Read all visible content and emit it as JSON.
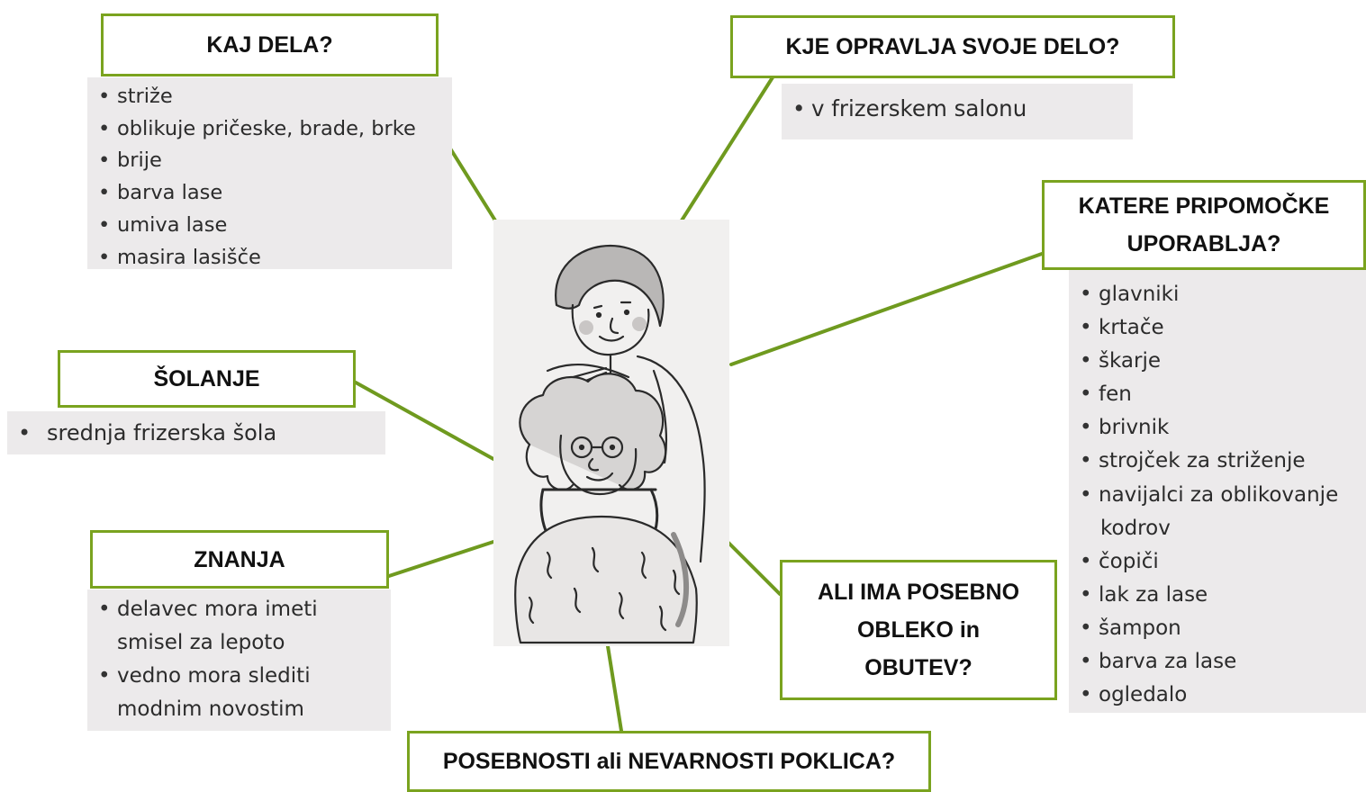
{
  "colors": {
    "accent": "#7aa31f",
    "panel_bg": "#eceaeb",
    "text": "#2b2b2b"
  },
  "center_image": {
    "icon": "hairdresser-illustration"
  },
  "sections": {
    "kaj_dela": {
      "title": "KAJ DELA?",
      "items": [
        "striže",
        "oblikuje pričeske, brade, brke",
        "brije",
        "barva lase",
        "umiva lase",
        "masira lasišče"
      ]
    },
    "kje": {
      "title": "KJE OPRAVLJA SVOJE DELO?",
      "items": [
        "v frizerskem salonu"
      ]
    },
    "pripomocki": {
      "title_line1": "KATERE PRIPOMOČKE",
      "title_line2": "UPORABLJA?",
      "items": [
        "glavniki",
        "krtače",
        "škarje",
        "fen",
        "brivnik",
        "strojček za striženje",
        "navijalci za oblikovanje",
        "kodrov",
        "čopiči",
        "lak za lase",
        "šampon",
        "barva za lase",
        "ogledalo"
      ]
    },
    "solanje": {
      "title": "ŠOLANJE",
      "items": [
        "srednja frizerska šola"
      ]
    },
    "znanja": {
      "title": "ZNANJA",
      "items": [
        "delavec mora imeti",
        "smisel za lepoto",
        "vedno mora slediti",
        "modnim novostim"
      ]
    },
    "obleka": {
      "title_line1": "ALI IMA POSEBNO",
      "title_line2": "OBLEKO in",
      "title_line3": "OBUTEV?"
    },
    "posebnosti": {
      "title": "POSEBNOSTI ali NEVARNOSTI POKLICA?"
    }
  }
}
